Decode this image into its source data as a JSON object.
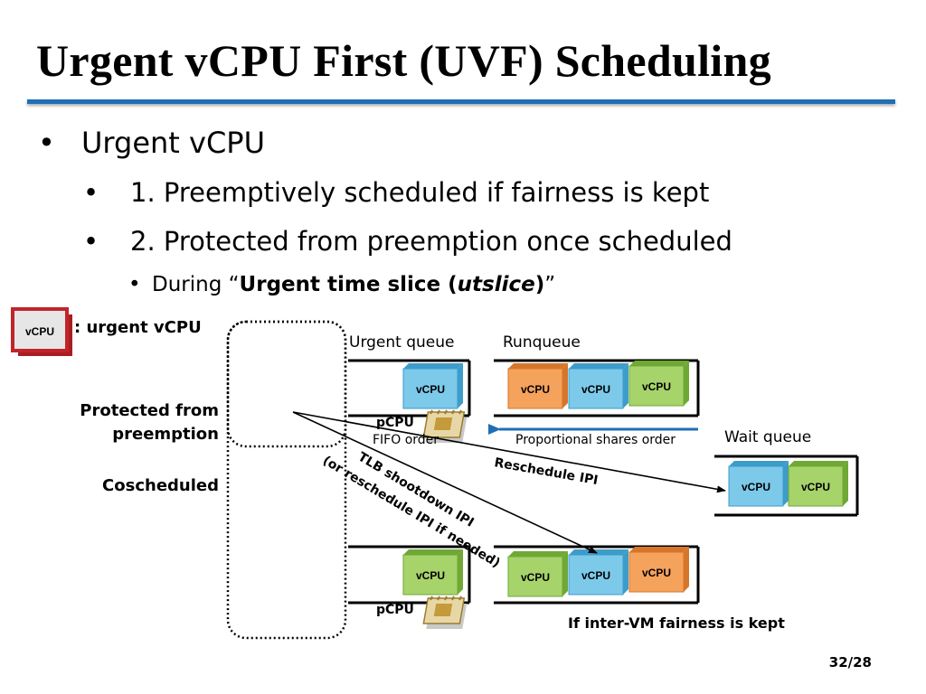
{
  "title": "Urgent vCPU First (UVF) Scheduling",
  "bullets": {
    "level1": "Urgent vCPU",
    "level2": [
      "1. Preemptively scheduled if fairness is kept",
      "2. Protected from preemption once scheduled"
    ],
    "level3_prefix": "During “",
    "level3_bold": "Urgent time slice (",
    "level3_bold_italic": "utslice",
    "level3_bold_close": ")",
    "level3_suffix": "”"
  },
  "legend": {
    "box_label": "vCPU",
    "text": ": urgent vCPU"
  },
  "diagram": {
    "urgent_queue_label": "Urgent queue",
    "runqueue_label": "Runqueue",
    "wait_queue_label": "Wait queue",
    "pcpu_label": "pCPU",
    "fifo_label": "FIFO order",
    "proportional_label": "Proportional shares order",
    "protected_label_1": "Protected from",
    "protected_label_2": "preemption",
    "coscheduled_label": "Coscheduled",
    "reschedule_ipi_label": "Reschedule IPI",
    "tlb_label_1": "TLB shootdown IPI",
    "tlb_label_2": "(or reschedule IPI if needed)",
    "fairness_label": "If inter-VM fairness is kept",
    "vcpu_label": "vCPU",
    "colors": {
      "blue": "#7cc9ea",
      "orange": "#f5a25c",
      "green": "#a7d36b",
      "red": "#c0252a",
      "arrow_blue": "#1f6fb5"
    }
  },
  "page_number": "32/28"
}
